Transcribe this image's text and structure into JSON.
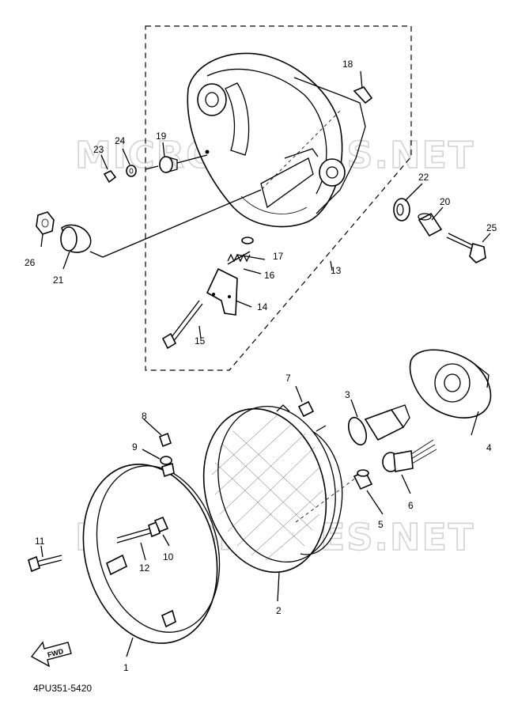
{
  "diagram": {
    "code": "4PU351-5420",
    "fwd_label": "FWD",
    "watermarks": [
      "MICROFICHES.NET",
      "MICROFICHES.NET"
    ]
  },
  "callouts": [
    "1",
    "2",
    "3",
    "4",
    "5",
    "6",
    "7",
    "8",
    "9",
    "10",
    "11",
    "12",
    "13",
    "14",
    "15",
    "16",
    "17",
    "18",
    "19",
    "20",
    "21",
    "22",
    "23",
    "24",
    "25",
    "26"
  ]
}
